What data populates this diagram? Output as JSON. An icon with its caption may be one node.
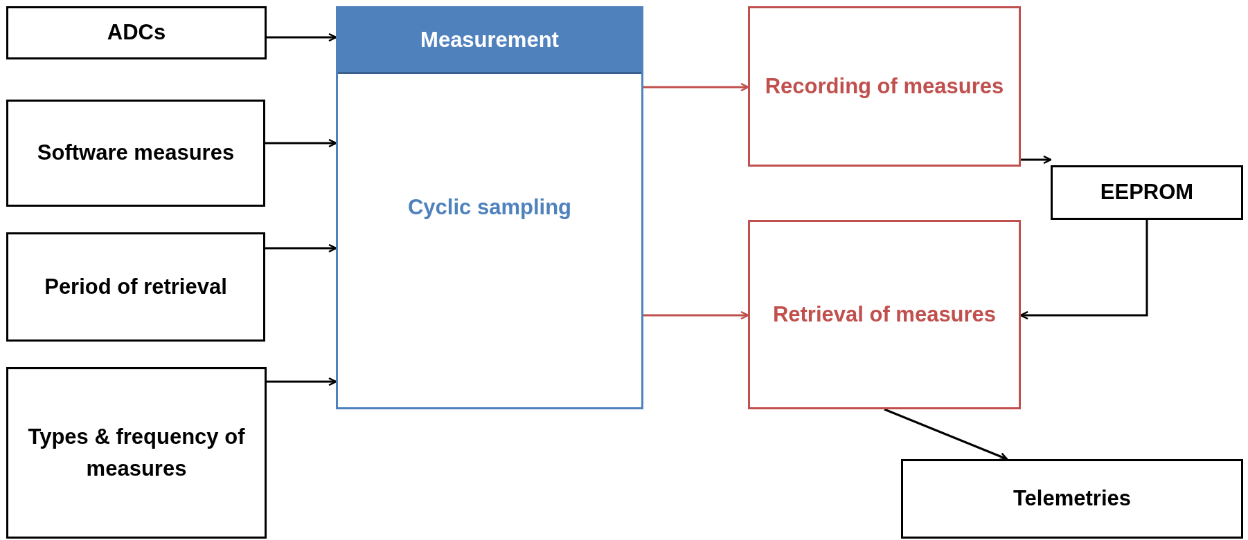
{
  "diagram": {
    "nodes": [
      {
        "text": [
          "ADCs"
        ]
      },
      {
        "text": [
          "Software measures"
        ]
      },
      {
        "text": [
          "Period of retrieval"
        ]
      },
      {
        "text": [
          "Types & frequency of measures"
        ]
      },
      {
        "text": [
          "Measurement",
          "Cyclic sampling"
        ]
      },
      {
        "text": [
          "Recording of measures"
        ]
      },
      {
        "text": [
          "EEPROM"
        ]
      },
      {
        "text": [
          "Retrieval of measures"
        ]
      },
      {
        "text": [
          "Telemetries"
        ]
      }
    ],
    "edges": [
      {
        "from": 0,
        "to": 4,
        "arrow": "to"
      },
      {
        "from": 1,
        "to": 4,
        "arrow": "to"
      },
      {
        "from": 2,
        "to": 4,
        "arrow": "to"
      },
      {
        "from": 3,
        "to": 4,
        "arrow": "to"
      },
      {
        "from": 4,
        "to": 5,
        "arrow": "to",
        "color": "#c0504d"
      },
      {
        "from": 4,
        "to": 7,
        "arrow": "to",
        "color": "#c0504d"
      },
      {
        "from": 5,
        "to": 6,
        "arrow": "to"
      },
      {
        "from": 6,
        "to": 7,
        "arrow": "to"
      },
      {
        "from": 7,
        "to": 8,
        "arrow": "to"
      }
    ]
  }
}
